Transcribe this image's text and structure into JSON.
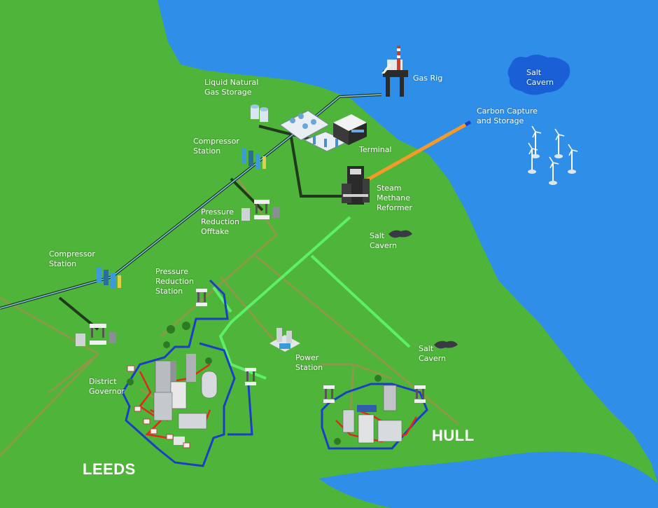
{
  "labels": {
    "gas_rig": "Gas Rig",
    "salt_cavern_sea": [
      "Salt",
      "Cavern"
    ],
    "lng_storage": [
      "Liquid Natural",
      "Gas Storage"
    ],
    "carbon_capture": [
      "Carbon Capture",
      "and Storage"
    ],
    "compressor_station_north": [
      "Compressor",
      "Station"
    ],
    "terminal": "Terminal",
    "smr": [
      "Steam",
      "Methane",
      "Reformer"
    ],
    "pressure_reduction_offtake": [
      "Pressure",
      "Reduction",
      "Offtake"
    ],
    "salt_cavern_middle": [
      "Salt",
      "Cavern"
    ],
    "compressor_station_west": [
      "Compressor",
      "Station"
    ],
    "pressure_reduction_station": [
      "Pressure",
      "Reduction",
      "Station"
    ],
    "salt_cavern_south": [
      "Salt",
      "Cavern"
    ],
    "power_station": [
      "Power",
      "Station"
    ],
    "district_governor": [
      "District",
      "Governor"
    ]
  },
  "cities": {
    "leeds": "LEEDS",
    "hull": "HULL"
  },
  "colors": {
    "land": "#4fb43a",
    "sea": "#2f8fe8",
    "gas_pipeline": "#1f3a1c",
    "hydrogen_pipeline": "#5cf06a",
    "local_pipeline": "#8c9a48",
    "ccs_pipeline": "#f59a2a",
    "district_heating": "#e0281e",
    "district_ring": "#1b3fc4"
  },
  "icons": [
    "gas-rig-icon",
    "lng-tank-icon",
    "compressor-icon",
    "terminal-building-icon",
    "steam-methane-reformer-icon",
    "pressure-reduction-icon",
    "salt-cavern-icon",
    "wind-turbine-icon",
    "power-station-icon",
    "city-buildings-icon",
    "house-icon",
    "tree-icon"
  ]
}
